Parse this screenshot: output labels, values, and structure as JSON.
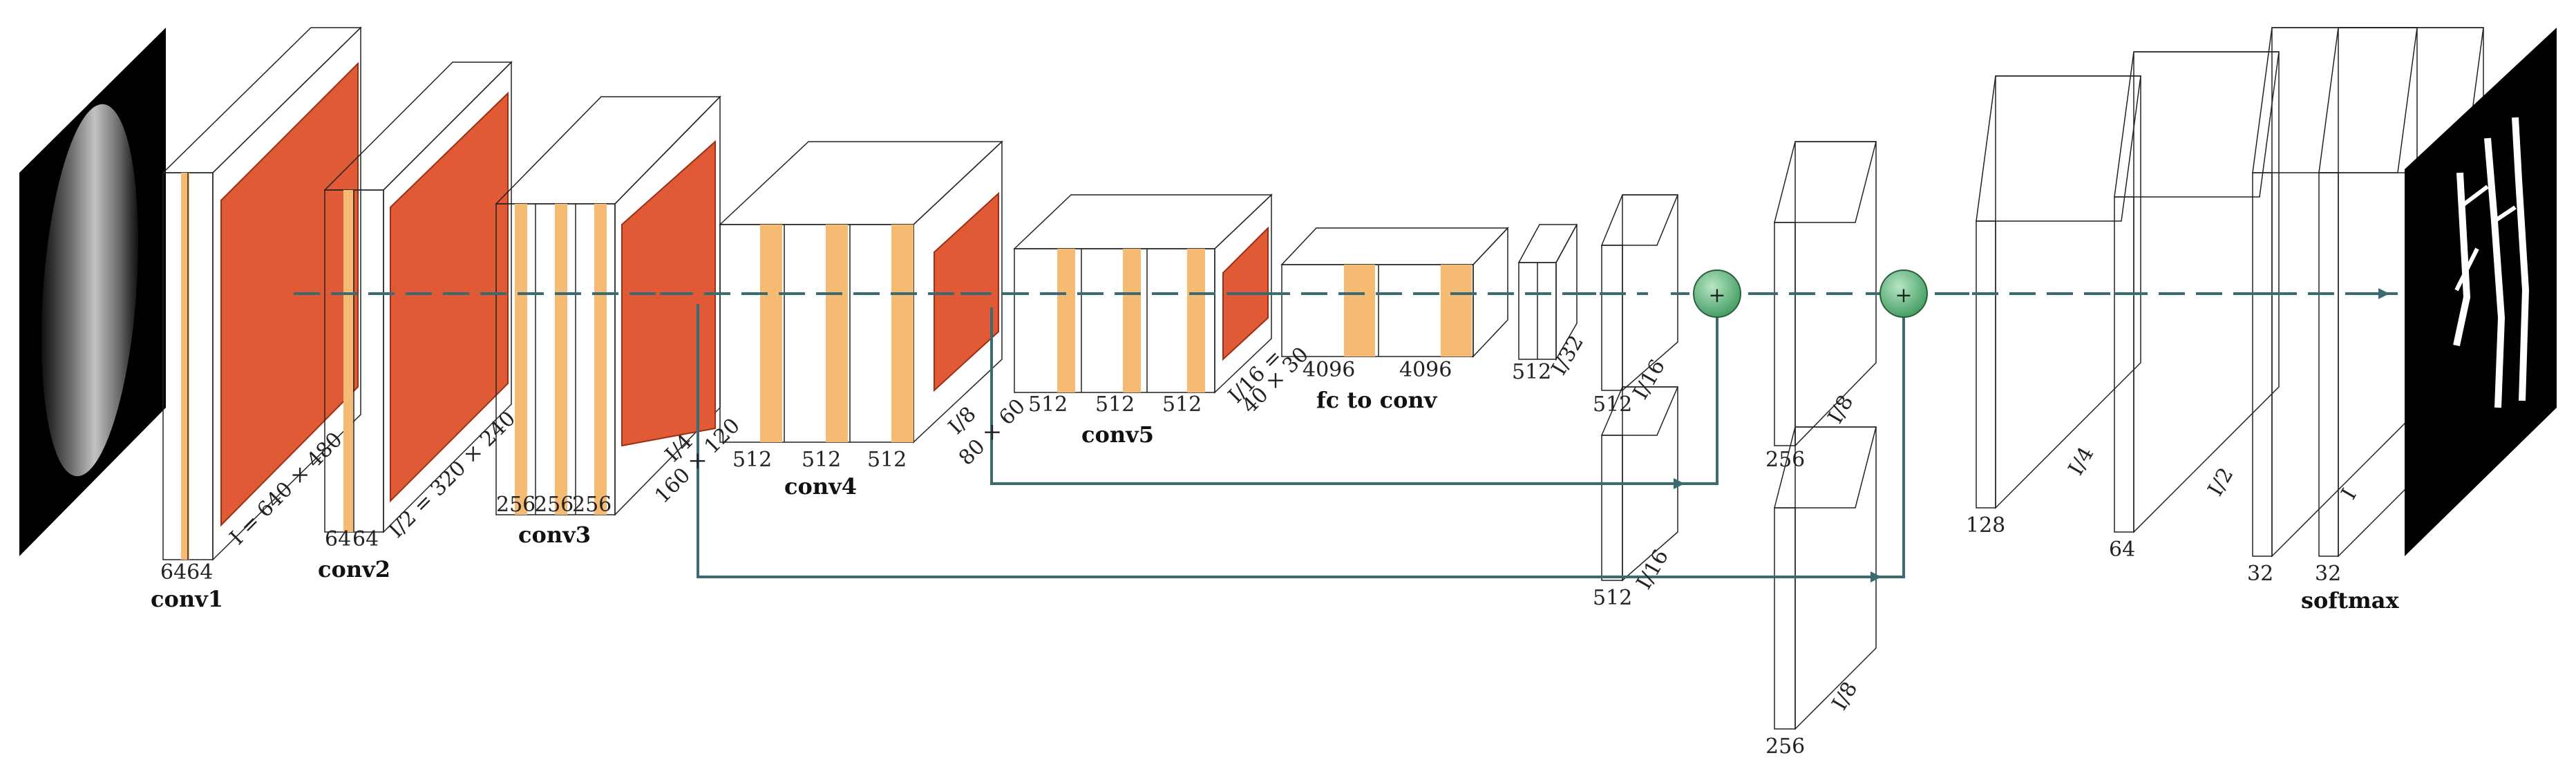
{
  "colors": {
    "conv": "#fde3b0",
    "conv_side": "#fad590",
    "conv_top": "#fdebc8",
    "stripe": "#f6bb73",
    "pool": "#e05a36",
    "pool_edge": "#9b2f14",
    "deconv": "#bed3ec",
    "deconv_side": "#a9c2e3",
    "softmax": "#a07cbc",
    "softmax_side": "#c296d2",
    "sum": "#5bb37a",
    "flow": "#3a6b73"
  },
  "labels": {
    "conv1": "conv1",
    "conv2": "conv2",
    "conv3": "conv3",
    "conv4": "conv4",
    "conv5": "conv5",
    "fc": "fc to conv",
    "softmax": "softmax",
    "conv1_channels": "6464",
    "conv2_channels": [
      "64",
      "64"
    ],
    "conv3_channels": [
      "256",
      "256",
      "256"
    ],
    "conv4_channels": [
      "512",
      "512",
      "512"
    ],
    "conv5_channels": [
      "512",
      "512",
      "512"
    ],
    "fc_channels": [
      "4096",
      "4096"
    ],
    "s1": "I = 640 × 480",
    "s2": "I/2 = 320 × 240",
    "s3a": "I/4",
    "s3b": "160 × 120",
    "s4a": "I/8",
    "s4b": "80 × 60",
    "s5a": "I/16 =",
    "s5b": "40 × 30",
    "score32_c": "512",
    "score32_s": "I/32",
    "up16_c": "512",
    "up16_s": "I/16",
    "sk16_c": "512",
    "sk16_s": "I/16",
    "up8_c": "256",
    "up8_s": "I/8",
    "sk8_c": "256",
    "sk8_s": "I/8",
    "d4_c": "128",
    "d4_s": "I/4",
    "d2_c": "64",
    "d2_s": "I/2",
    "d1_c": "32",
    "sm_c": "32",
    "sm_s": "I",
    "plus": "+"
  }
}
